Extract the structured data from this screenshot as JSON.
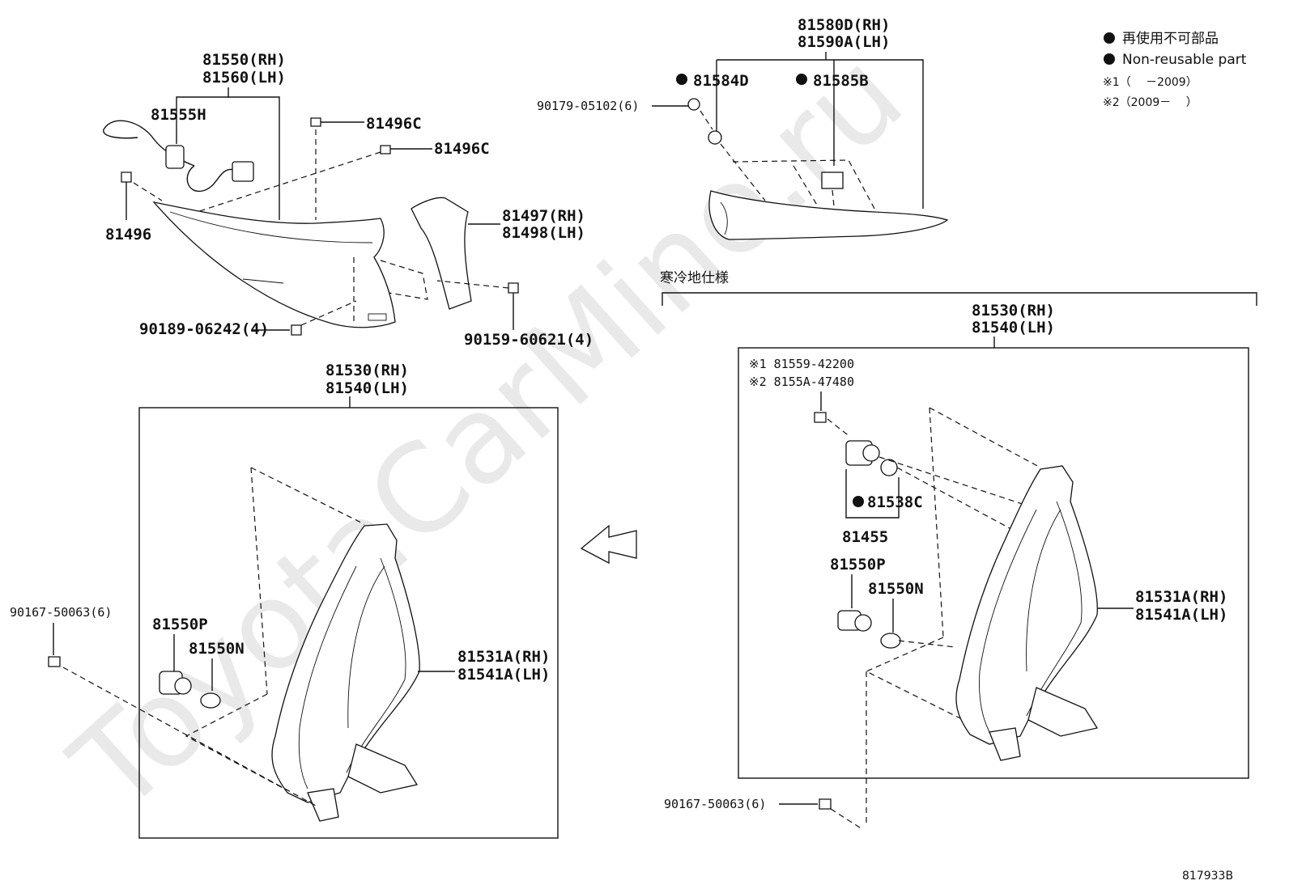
{
  "watermark": "ToyotaCarMine.ru",
  "legend": {
    "jp": "再使用不可部品",
    "en": "Non-reusable part",
    "note1": "※1（　 －2009）",
    "note2": "※2（2009－　 ）"
  },
  "region_label": "寒冷地仕様",
  "diagram_id": "817933B",
  "labels": {
    "tail_lamp_rh": "81550(RH)",
    "tail_lamp_lh": "81560(LH)",
    "socket_81555h": "81555H",
    "clip_81496c_a": "81496C",
    "clip_81496c_b": "81496C",
    "screw_81496": "81496",
    "gasket_rh": "81497(RH)",
    "gasket_lh": "81498(LH)",
    "screw_90189": "90189-06242(4)",
    "screw_90159": "90159-60621(4)",
    "reflector_rh": "81580D(RH)",
    "reflector_lh": "81590A(LH)",
    "nut_81584d": "81584D",
    "plate_81585b": "81585B",
    "nut_90179": "90179-05102(6)",
    "fog_left_rh": "81530(RH)",
    "fog_left_lh": "81540(LH)",
    "bulb_81550p_left": "81550P",
    "bulb_81550n_left": "81550N",
    "lens_left_rh": "81531A(RH)",
    "lens_left_lh": "81541A(LH)",
    "screw_90167_left": "90167-50063(6)",
    "fog_right_rh": "81530(RH)",
    "fog_right_lh": "81540(LH)",
    "cold_note1": "※1 81559-42200",
    "cold_note2": "※2 8155A-47480",
    "ring_81538c": "81538C",
    "socket_81455": "81455",
    "bulb_81550p_right": "81550P",
    "bulb_81550n_right": "81550N",
    "lens_right_rh": "81531A(RH)",
    "lens_right_lh": "81541A(LH)",
    "screw_90167_right": "90167-50063(6)"
  }
}
